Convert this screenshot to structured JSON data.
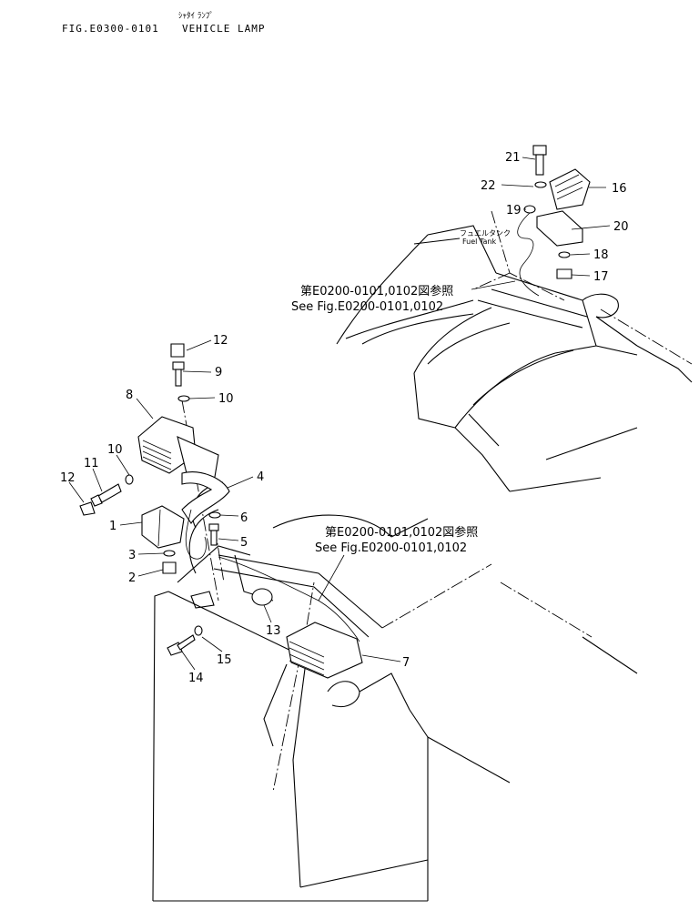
{
  "header": {
    "kana_title": "ｼｬﾀｲ ﾗﾝﾌﾟ",
    "fig_code": "FIG.E0300-0101",
    "fig_title": "VEHICLE LAMP"
  },
  "callouts": {
    "c1": "1",
    "c2": "2",
    "c3": "3",
    "c4": "4",
    "c5": "5",
    "c6": "6",
    "c7": "7",
    "c8": "8",
    "c9": "9",
    "c10a": "10",
    "c10b": "10",
    "c11": "11",
    "c12a": "12",
    "c12b": "12",
    "c13": "13",
    "c14": "14",
    "c15": "15",
    "c16": "16",
    "c17": "17",
    "c18": "18",
    "c19": "19",
    "c20": "20",
    "c21": "21",
    "c22": "22"
  },
  "references": {
    "upper_jp": "第E0200-0101,0102図参照",
    "upper_en": "See Fig.E0200-0101,0102",
    "lower_jp": "第E0200-0101,0102図参照",
    "lower_en": "See Fig.E0200-0101,0102"
  },
  "fuel_tank": {
    "jp": "フュエルタンク",
    "en": "Fuel Tank"
  }
}
